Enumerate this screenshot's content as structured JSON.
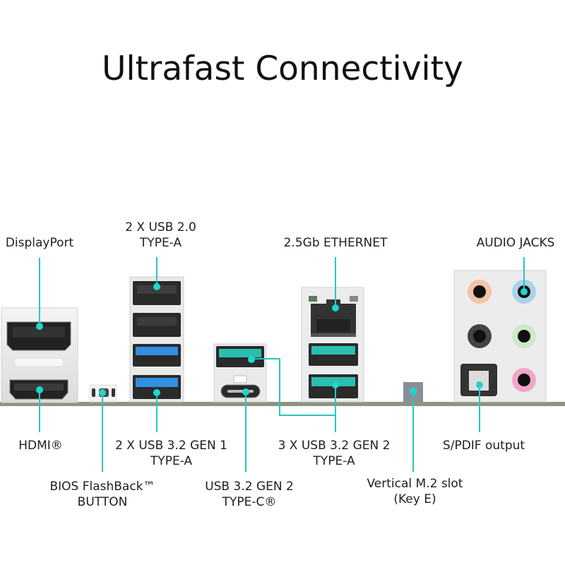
{
  "title": "Ultrafast Connectivity",
  "colors": {
    "leader": "#2ec4c0",
    "dot": "#1fd6cf",
    "usb3_gen1": "#2f8fe0",
    "usb3_gen2": "#2bbfb0",
    "board": "#8d9482",
    "shield": "#ececec"
  },
  "labels": {
    "displayport": "DisplayPort",
    "usb20_line1": "2 X USB 2.0",
    "usb20_line2": "TYPE-A",
    "ethernet": "2.5Gb ETHERNET",
    "audio": "AUDIO JACKS",
    "hdmi": "HDMI®",
    "usb32g1_line1": "2 X USB 3.2 GEN 1",
    "usb32g1_line2": "TYPE-A",
    "usb32g2a_line1": "3 X USB 3.2 GEN 2",
    "usb32g2a_line2": "TYPE-A",
    "spdif": "S/PDIF output",
    "bios_line1": "BIOS FlashBack™",
    "bios_line2": "BUTTON",
    "usbc_line1": "USB 3.2 GEN 2",
    "usbc_line2": "TYPE-C®",
    "m2_line1": "Vertical M.2 slot",
    "m2_line2": "(Key E)"
  }
}
